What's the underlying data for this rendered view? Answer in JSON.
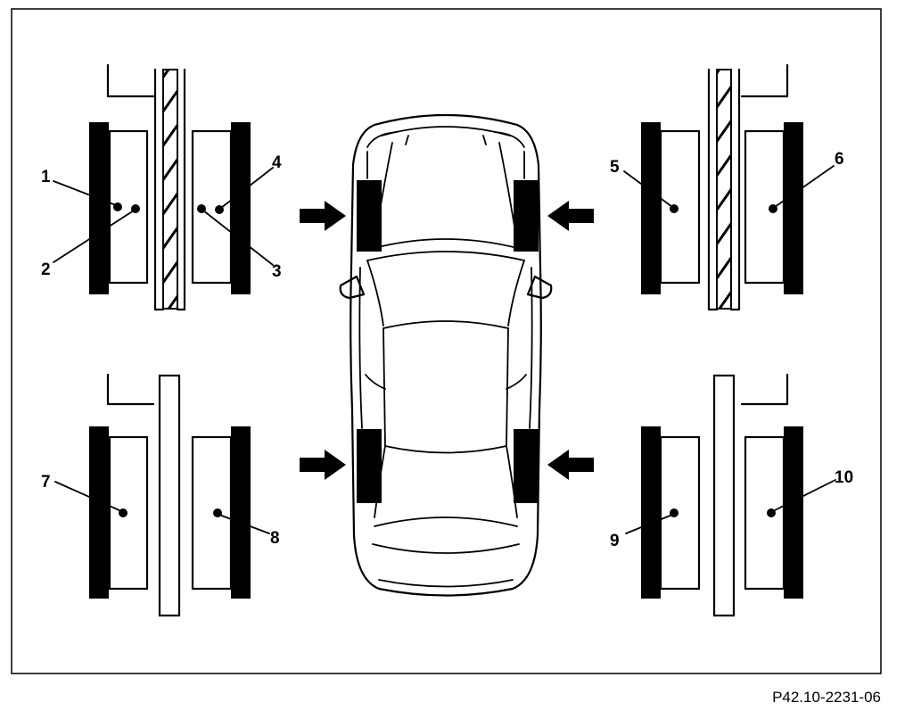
{
  "figure": {
    "reference_code": "P42.10-2231-06",
    "callouts": [
      "1",
      "2",
      "3",
      "4",
      "5",
      "6",
      "7",
      "8",
      "9",
      "10"
    ]
  }
}
